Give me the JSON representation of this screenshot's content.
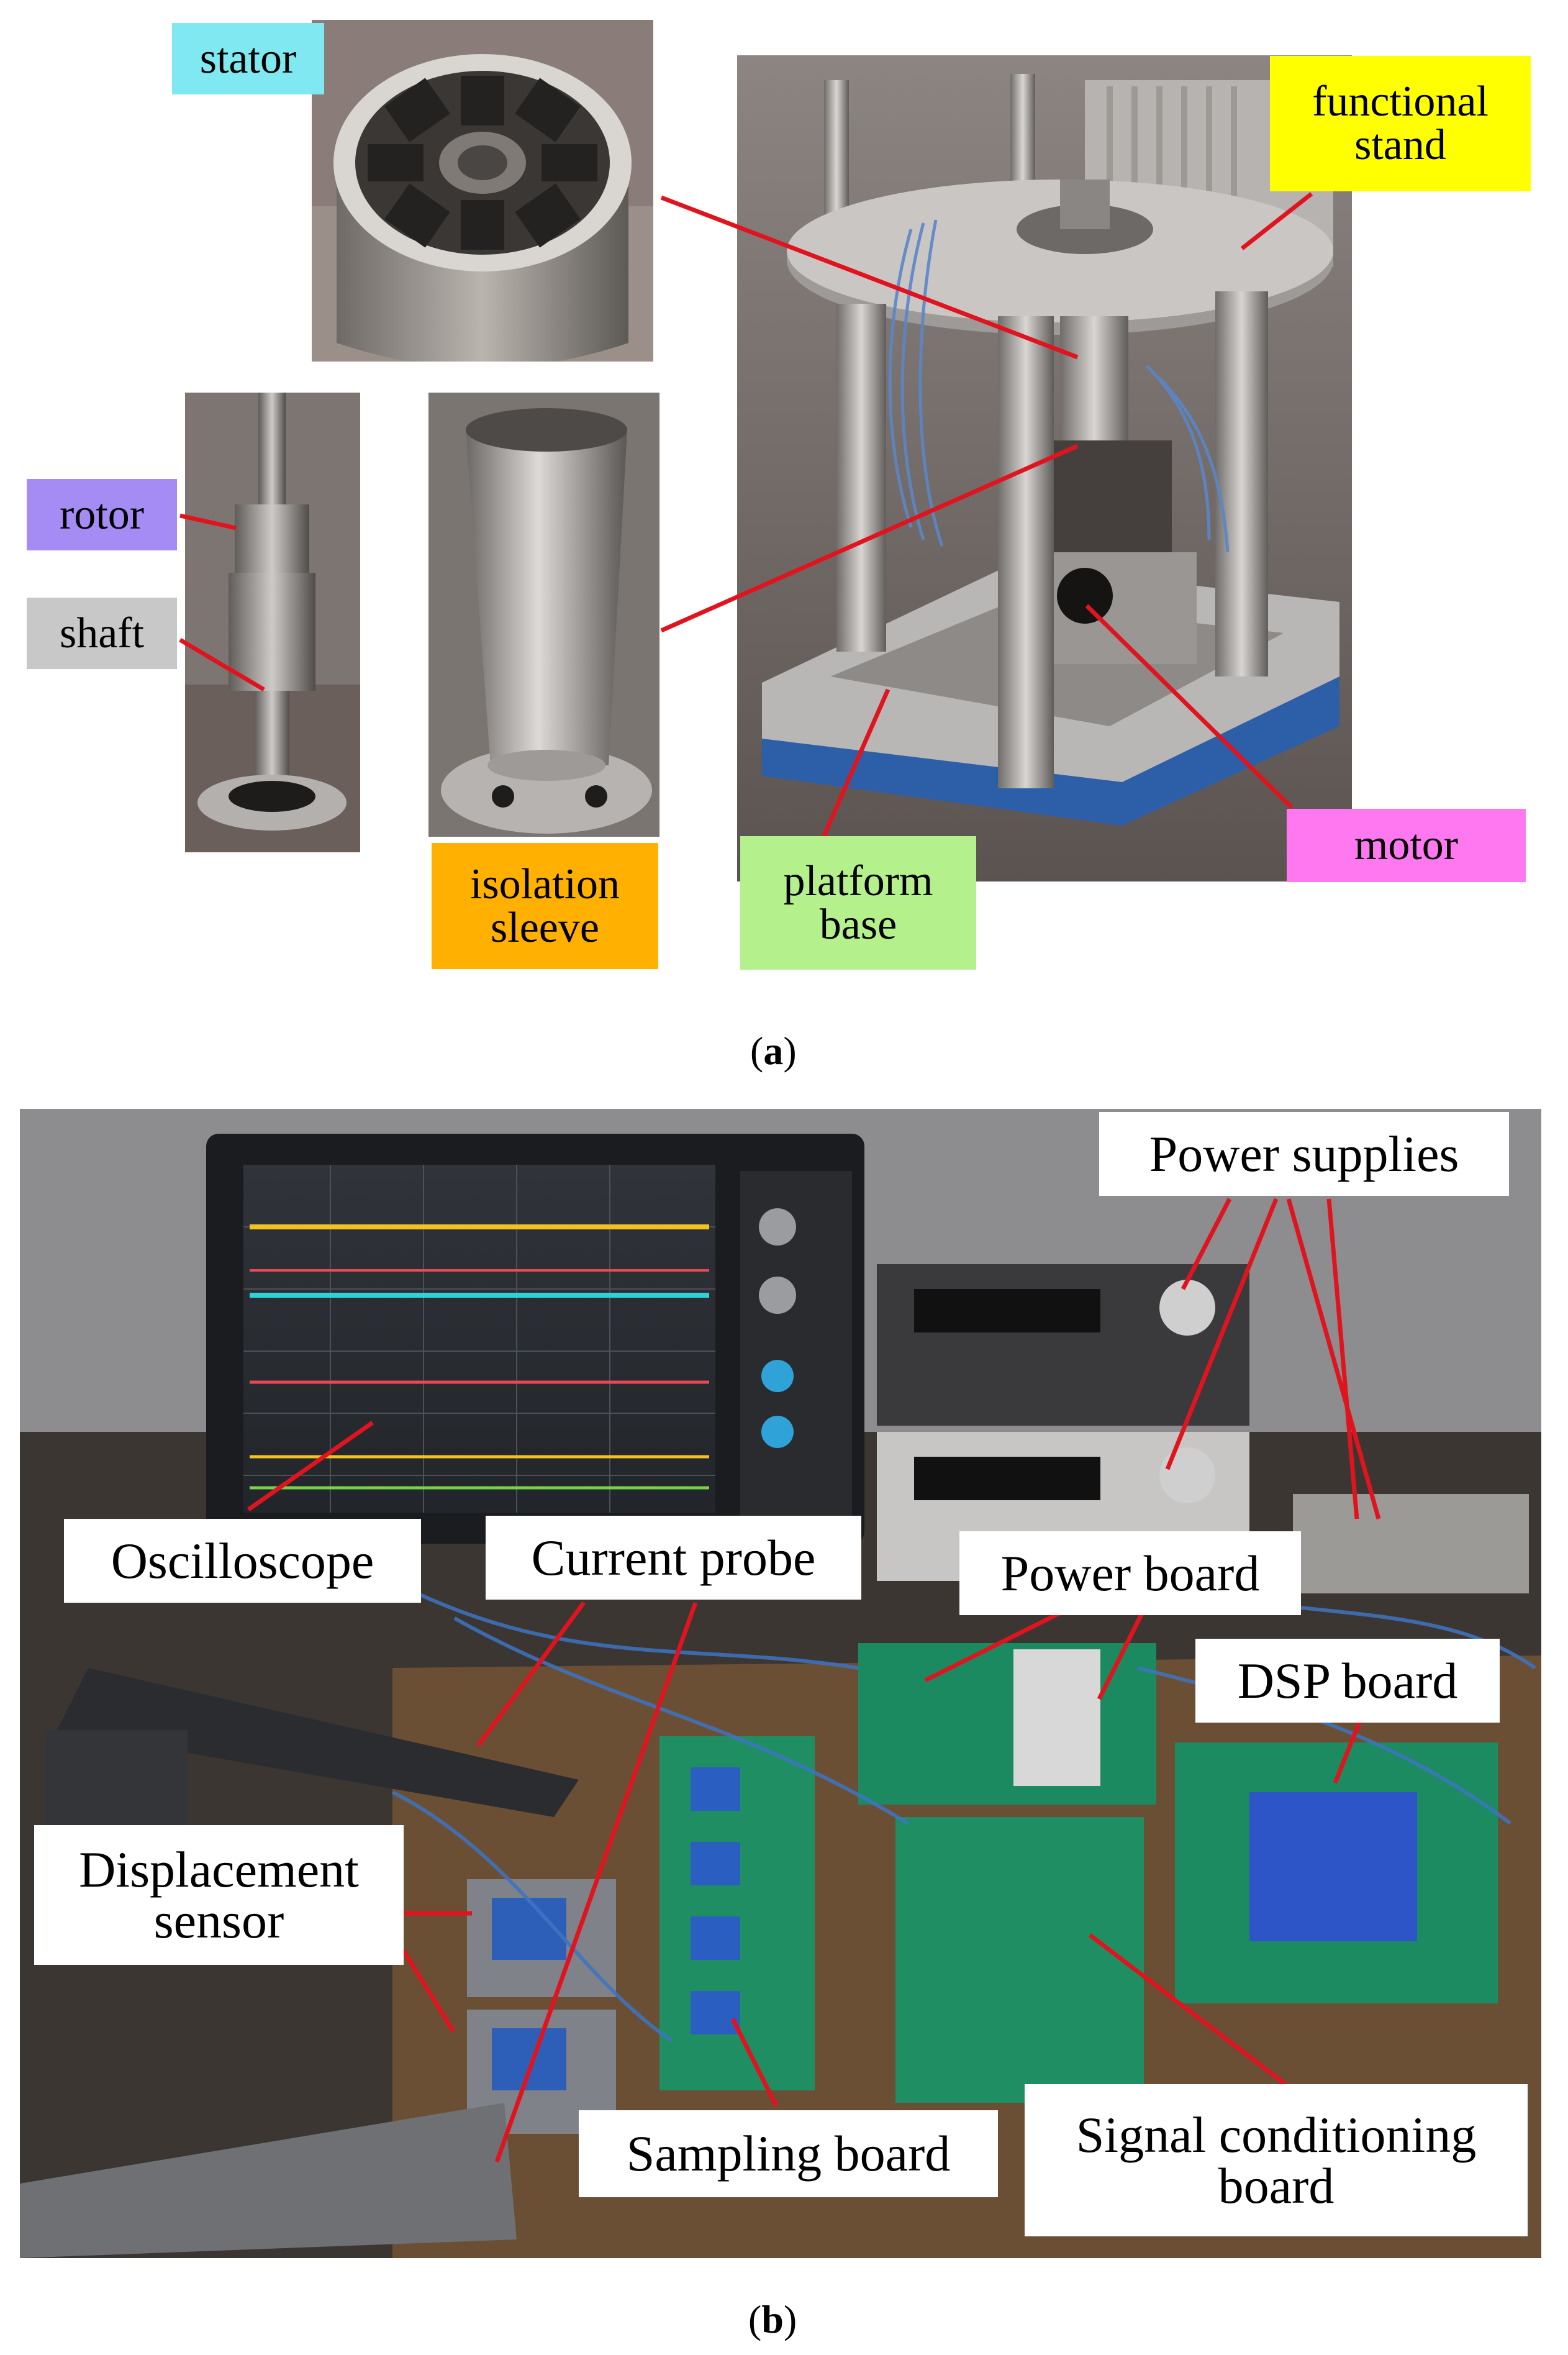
{
  "panel_a": {
    "caption_open": "(",
    "caption_letter": "a",
    "caption_close": ")",
    "labels": {
      "stator": "stator",
      "functional_stand": "functional\nstand",
      "rotor": "rotor",
      "shaft": "shaft",
      "isolation_sleeve": "isolation\nsleeve",
      "platform_base": "platform\nbase",
      "motor": "motor"
    },
    "colors": {
      "stator": "#7fe8f0",
      "functional_stand": "#ffff00",
      "rotor": "#a58cf5",
      "shaft": "#c8c8c8",
      "isolation_sleeve": "#ffb000",
      "platform_base": "#b4f08c",
      "motor": "#ff78f0",
      "leader": "#e0141e"
    }
  },
  "panel_b": {
    "caption_open": "(",
    "caption_letter": "b",
    "caption_close": ")",
    "labels": {
      "power_supplies": "Power supplies",
      "oscilloscope": "Oscilloscope",
      "current_probe": "Current probe",
      "power_board": "Power board",
      "dsp_board": "DSP board",
      "displacement_sensor": "Displacement\nsensor",
      "sampling_board": "Sampling board",
      "signal_conditioning_board": "Signal conditioning\nboard"
    },
    "colors": {
      "label_bg": "#ffffff",
      "leader": "#e0141e"
    }
  }
}
